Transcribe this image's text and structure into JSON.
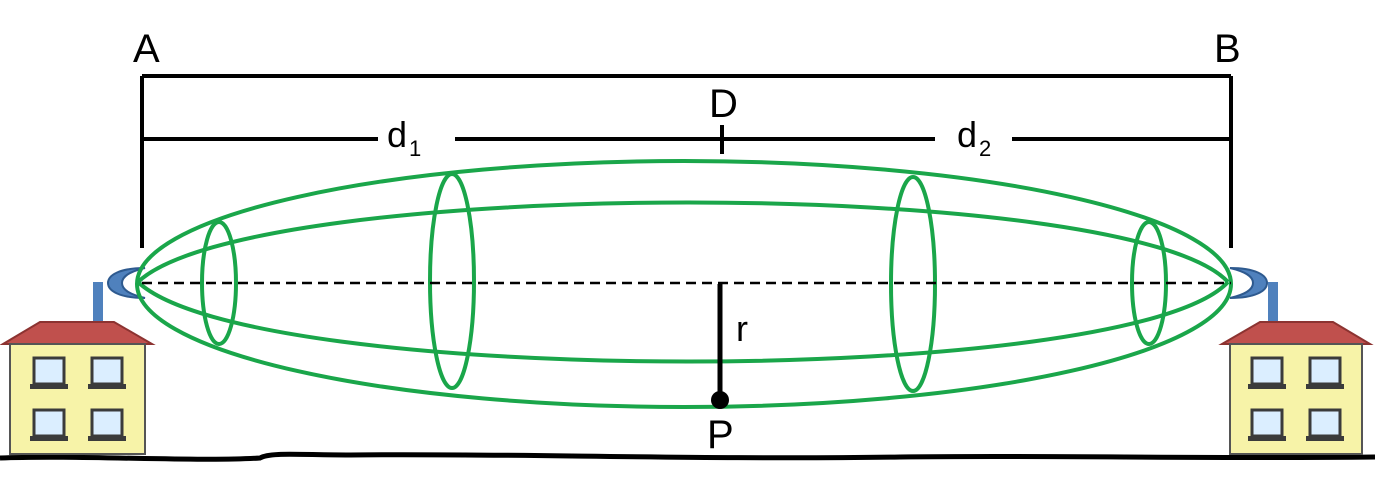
{
  "labels": {
    "point_a": "A",
    "point_b": "B",
    "distance_total": "D",
    "distance_1": "d",
    "distance_1_sub": "1",
    "distance_2": "d",
    "distance_2_sub": "2",
    "radius": "r",
    "point_p": "P"
  },
  "colors": {
    "fresnel_zone": "#1aa64a",
    "lines": "#000000",
    "wall": "#f7f3a8",
    "roof": "#c0504d",
    "window": "#dbeeff",
    "window_frame": "#3b3b3b",
    "antenna": "#4f81bd"
  },
  "icons": {
    "left_building": "house-icon",
    "right_building": "house-icon",
    "left_antenna": "dish-antenna-icon",
    "right_antenna": "dish-antenna-icon"
  }
}
